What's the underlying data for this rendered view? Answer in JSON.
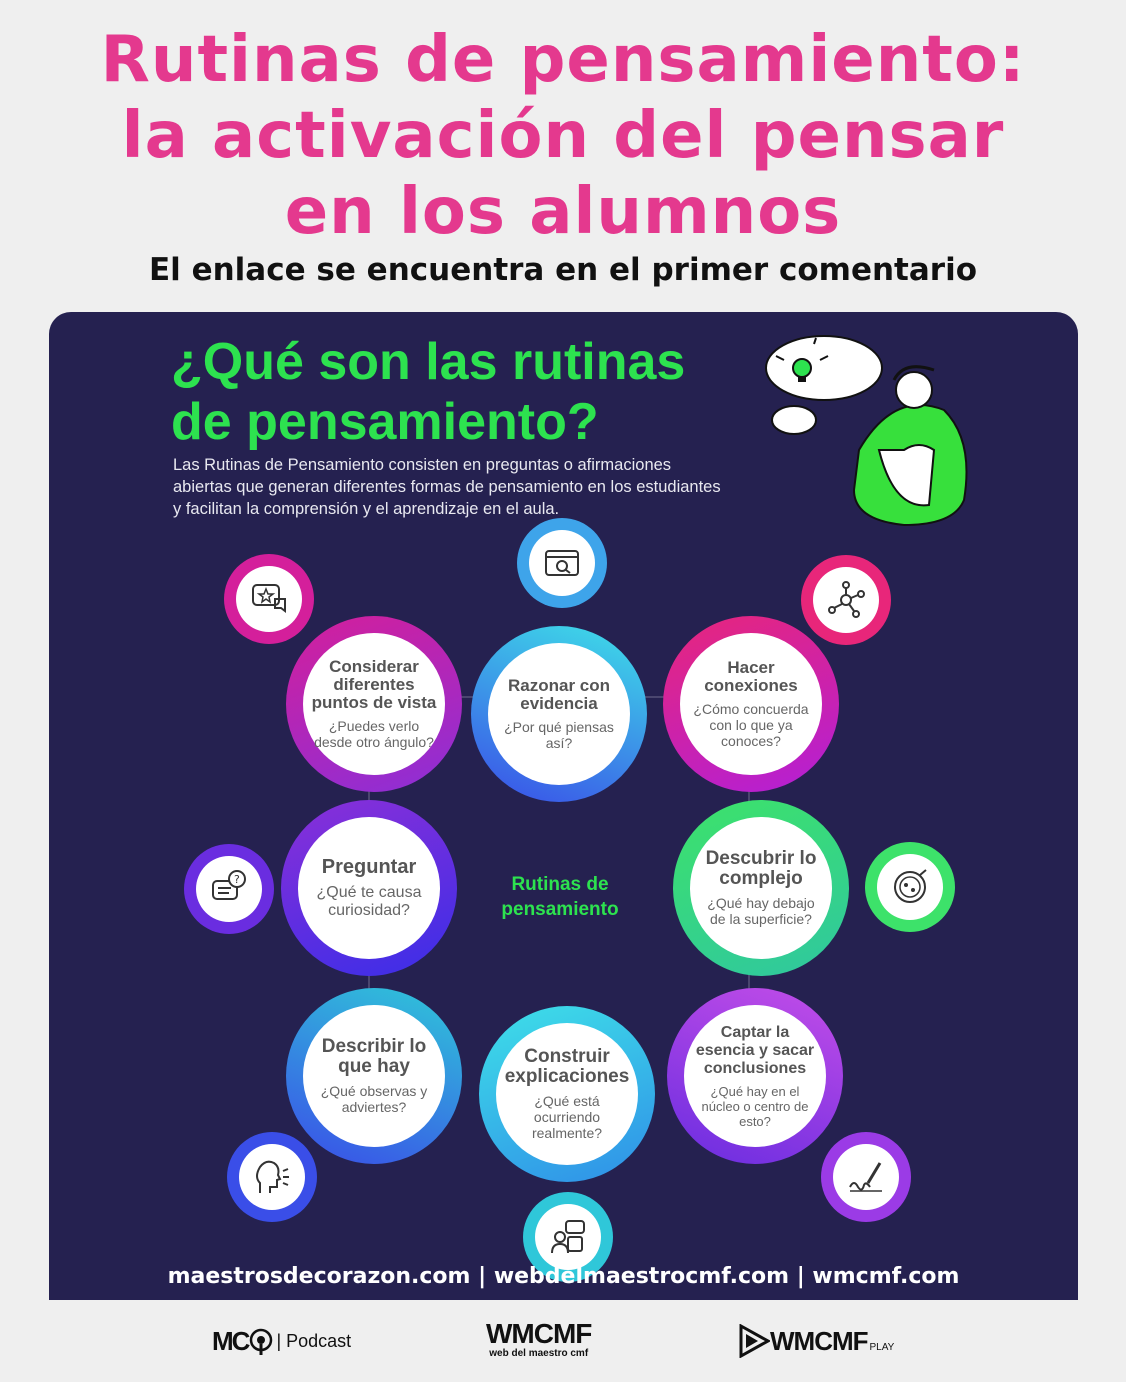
{
  "header": {
    "title_lines": [
      "Rutinas de pensamiento:",
      "la activación del pensar",
      "en los alumnos"
    ],
    "subtitle": "El enlace se encuentra en el primer comentario"
  },
  "panel": {
    "title_lines": [
      "¿Qué son las rutinas",
      "de pensamiento?"
    ],
    "description": "Las Rutinas de Pensamiento consisten en preguntas o afirmaciones abiertas que generan diferentes formas de pensamiento en los estudiantes y facilitan la comprensión y el aprendizaje en el aula.",
    "center_label": "Rutinas de pensamiento",
    "routines": [
      {
        "title": "Considerar diferentes puntos de vista",
        "question": "¿Puedes verlo desde otro ángulo?",
        "icon": "star-chat-icon",
        "color": "#d41f9b"
      },
      {
        "title": "Razonar con evidencia",
        "question": "¿Por qué piensas así?",
        "icon": "folder-search-icon",
        "color": "#3ea4ea"
      },
      {
        "title": "Hacer conexiones",
        "question": "¿Cómo concuerda con lo que ya conoces?",
        "icon": "network-icon",
        "color": "#e8267a"
      },
      {
        "title": "Preguntar",
        "question": "¿Qué te causa curiosidad?",
        "icon": "question-chat-icon",
        "color": "#6a2de0"
      },
      {
        "title": "Descubrir lo complejo",
        "question": "¿Qué hay debajo de la superficie?",
        "icon": "lens-icon",
        "color": "#3de26a"
      },
      {
        "title": "Describir lo que hay",
        "question": "¿Qué observas y adviertes?",
        "icon": "speaking-head-icon",
        "color": "#3a4ee8"
      },
      {
        "title": "Construir explicaciones",
        "question": "¿Qué está ocurriendo realmente?",
        "icon": "discussion-icon",
        "color": "#2fc7d9"
      },
      {
        "title": "Captar la esencia y sacar conclusiones",
        "question": "¿Qué hay en el núcleo o centro de esto?",
        "icon": "signature-pen-icon",
        "color": "#9b3be6"
      }
    ],
    "footer_links": "maestrosdecorazon.com | webdelmaestrocmf.com | wmcmf.com"
  },
  "logos": {
    "podcast_brand": "MC",
    "podcast_text": "| Podcast",
    "wmcmf_brand": "WMCMF",
    "wmcmf_sub": "web del maestro cmf",
    "play_brand": "WMCMF",
    "play_sub": "PLAY"
  }
}
